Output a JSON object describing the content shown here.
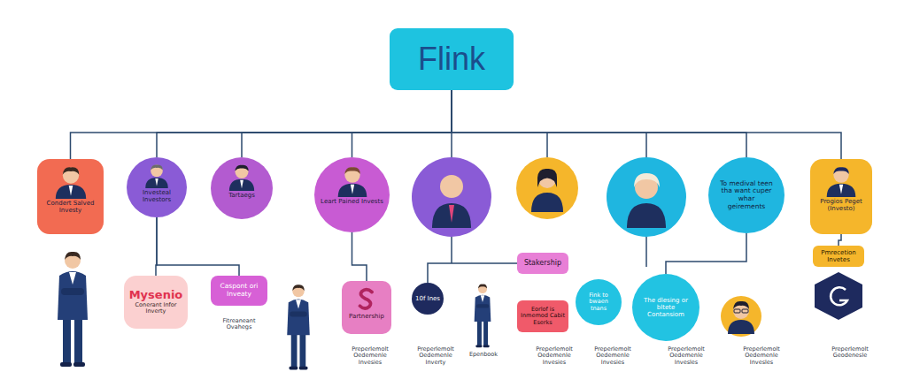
{
  "diagram": {
    "nodes": [
      {
        "text": [
          "Flink"
        ]
      },
      {
        "text": [
          "Condert Salved Investy"
        ]
      },
      {
        "text": [
          "Investeal Investors"
        ]
      },
      {
        "text": [
          "Tartaegs"
        ]
      },
      {
        "text": [
          "Leart Pained Invests"
        ]
      },
      {
        "text": [
          "To medival teen tha want cuper whar geirements"
        ]
      },
      {
        "text": [
          "Progios Peget (Investo)"
        ]
      },
      {
        "text": [
          "Mysenio",
          "Conerant Infor Inverty"
        ]
      },
      {
        "text": [
          "Caspont ori Inveaty"
        ]
      },
      {
        "text": [
          "Partnership"
        ]
      },
      {
        "text": [
          "10f Ines"
        ]
      },
      {
        "text": [
          "Stakership"
        ]
      },
      {
        "text": [
          "Eorlof is Inmemod Cabit Eserks"
        ]
      },
      {
        "text": [
          "Fink to bwaen tnans"
        ]
      },
      {
        "text": [
          "The dlesing or bltete Contansiom"
        ]
      },
      {
        "text": [
          "Pmrecetion Invetes"
        ]
      }
    ],
    "edges": [
      {
        "from": 0,
        "to": 1,
        "arrow": "none"
      },
      {
        "from": 0,
        "to": 2,
        "arrow": "none"
      },
      {
        "from": 0,
        "to": 3,
        "arrow": "none"
      },
      {
        "from": 0,
        "to": 4,
        "arrow": "none"
      },
      {
        "from": 0,
        "to": 5,
        "arrow": "none"
      },
      {
        "from": 0,
        "to": 6,
        "arrow": "none"
      },
      {
        "from": 2,
        "to": 7,
        "arrow": "none"
      },
      {
        "from": 2,
        "to": 8,
        "arrow": "none"
      },
      {
        "from": 4,
        "to": 9,
        "arrow": "none"
      },
      {
        "from": 10,
        "to": 11,
        "arrow": "none"
      },
      {
        "from": 5,
        "to": 14,
        "arrow": "none"
      },
      {
        "from": 6,
        "to": 15,
        "arrow": "none"
      }
    ],
    "labels": [
      "Fitreaneant Ovahegs",
      "Preperlemolt Oedemenle Invesies",
      "Preperlemolt Oedemenle Inverty",
      "Epenbook",
      "Preperlemolt Oedemenle Invesies",
      "Preperlemolt Oedemenle Invesies",
      "Preperlemolt Oedemenle Invesles",
      "Preperlemolt Oedemenle Invesles",
      "Preperlemolt Geodenesle"
    ]
  }
}
